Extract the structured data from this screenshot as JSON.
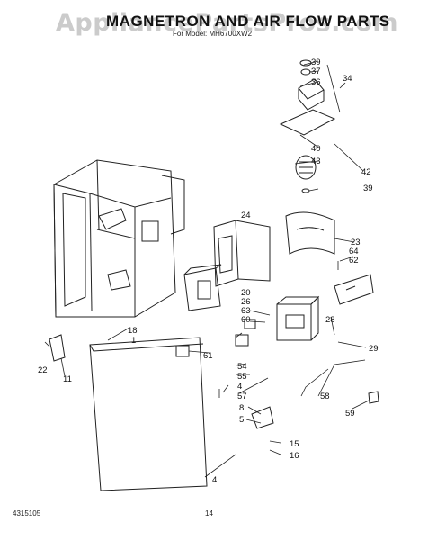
{
  "header": {
    "watermark": "AppliancePartsPros.com",
    "title": "MAGNETRON AND AIR FLOW PARTS",
    "model_line": "For Model: MH6700XW2"
  },
  "footer": {
    "doc_number": "4315105",
    "page_number": "14"
  },
  "callouts": [
    "39",
    "37",
    "36",
    "34",
    "40",
    "43",
    "42",
    "39",
    "24",
    "23",
    "64",
    "62",
    "20",
    "26",
    "63",
    "60",
    "28",
    "18",
    "1",
    "61",
    "22",
    "11",
    "54",
    "55",
    "4",
    "57",
    "29",
    "58",
    "8",
    "5",
    "59",
    "15",
    "16",
    "4"
  ]
}
